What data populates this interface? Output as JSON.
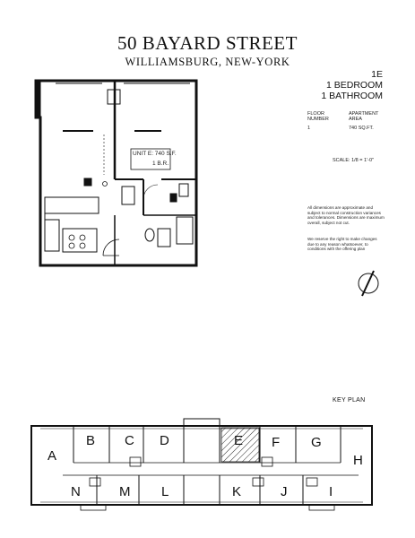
{
  "header": {
    "title": "50 BAYARD STREET",
    "subtitle": "WILLIAMSBURG,  NEW-YORK"
  },
  "unit": {
    "name": "1E",
    "bedrooms": "1 BEDROOM",
    "bathrooms": "1 BATHROOM"
  },
  "specs": {
    "col1_header_line1": "FLOOR",
    "col1_header_line2": "NUMBER",
    "col2_header_line1": "APARTMENT",
    "col2_header_line2": "AREA",
    "floor": "1",
    "area": "740 SQ.FT."
  },
  "scale": "SCALE: 1/8 = 1'-0\"",
  "plan": {
    "unit_area_label": "UNIT E: 740 S.F.",
    "unit_bed_label": "1 B.R."
  },
  "disclaimer": {
    "p1": "All dimensions are approximate and subject to normal construction variances and tolerances. Dimensions are maximum overall, subject not cut.",
    "p2": "We reserve the right to make changes due to any reason whatsoever, to conditions with the offering plan"
  },
  "key_plan": {
    "title": "KEY PLAN",
    "highlighted_unit": "E",
    "units_top": [
      "A",
      "B",
      "C",
      "D",
      "E",
      "F",
      "G",
      "H"
    ],
    "units_bottom": [
      "N",
      "M",
      "L",
      "K",
      "J",
      "I"
    ]
  }
}
